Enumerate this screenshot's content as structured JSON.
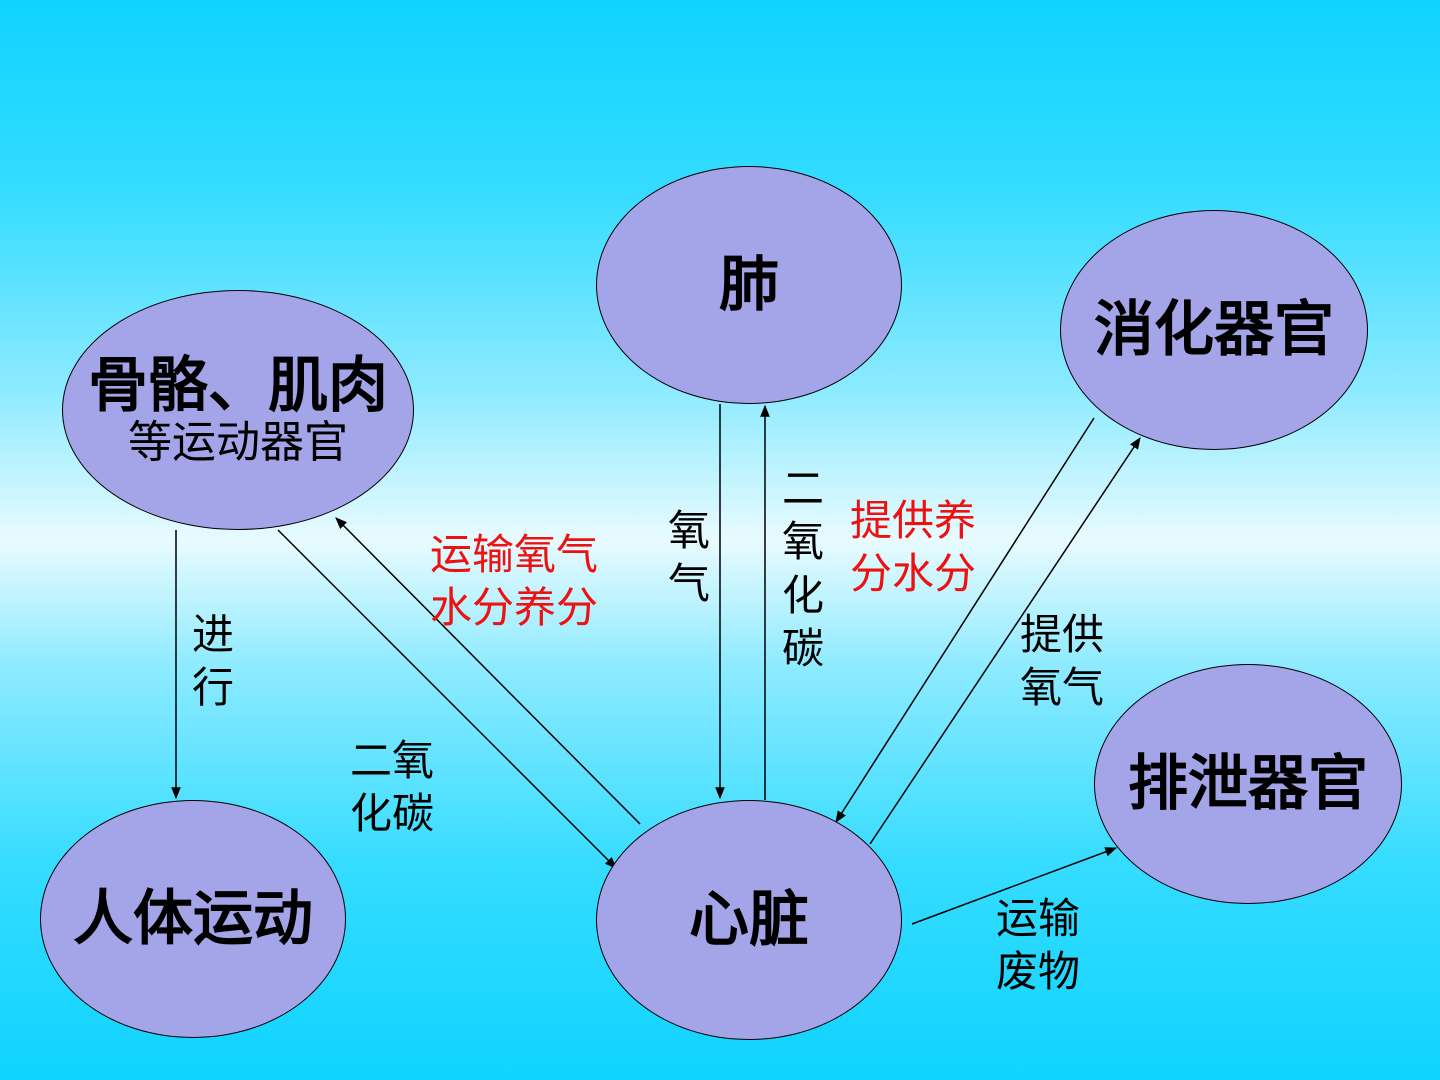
{
  "nodes": {
    "lung": {
      "label": "肺"
    },
    "bones": {
      "label": "骨骼、肌肉",
      "sublabel": "等运动器官"
    },
    "digestive": {
      "label": "消化器官"
    },
    "motion": {
      "label": "人体运动"
    },
    "heart": {
      "label": "心脏"
    },
    "excretory": {
      "label": "排泄器官"
    }
  },
  "edge_labels": {
    "jinxing": [
      "进",
      "行"
    ],
    "co2_left": [
      "二氧",
      "化碳"
    ],
    "transport_o2": [
      "运输氧气",
      "水分养分"
    ],
    "oxygen": [
      "氧",
      "气"
    ],
    "co2_mid": [
      "二",
      "氧",
      "化",
      "碳"
    ],
    "nutrients": [
      "提供养",
      "分水分"
    ],
    "provide_o2": [
      "提供",
      "氧气"
    ],
    "waste": [
      "运输",
      "废物"
    ]
  },
  "colors": {
    "node_fill": "#a4a4e8",
    "highlight_text": "#ee1111"
  }
}
